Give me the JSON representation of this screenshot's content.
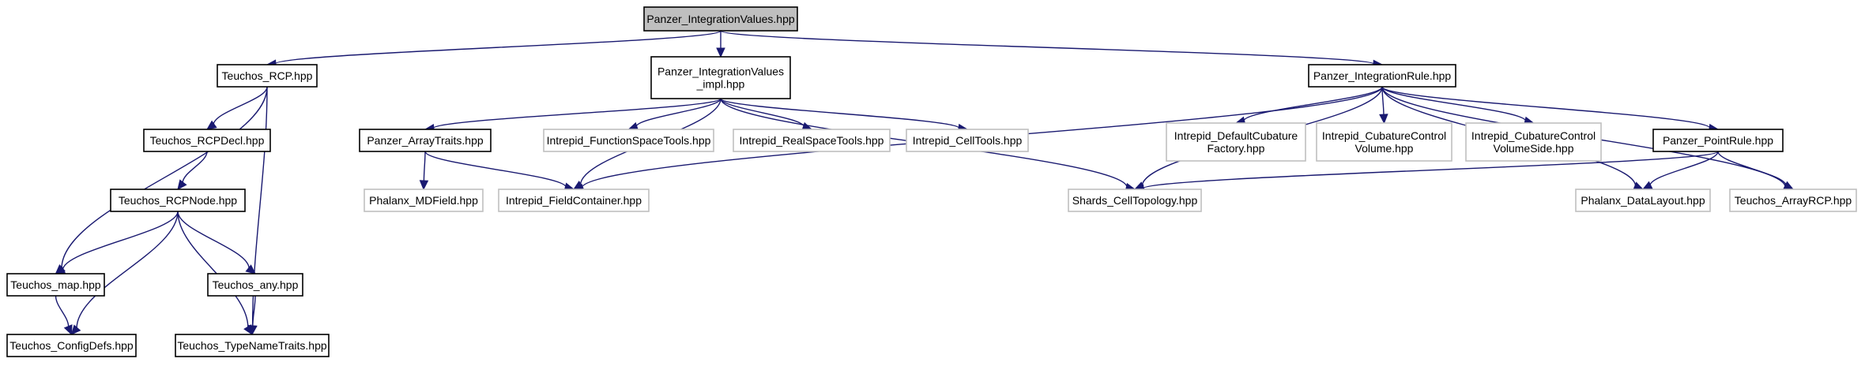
{
  "colors": {
    "edge": "#191970",
    "root_fill": "#bfbfbf",
    "local_border": "#000000",
    "external_border": "#bfbfbf"
  },
  "nodes": [
    {
      "id": "root",
      "kind": "root",
      "lines": [
        "Panzer_IntegrationValues.hpp"
      ]
    },
    {
      "id": "rcp",
      "kind": "local",
      "lines": [
        "Teuchos_RCP.hpp"
      ]
    },
    {
      "id": "impl",
      "kind": "local",
      "lines": [
        "Panzer_IntegrationValues",
        "_impl.hpp"
      ]
    },
    {
      "id": "irule",
      "kind": "local",
      "lines": [
        "Panzer_IntegrationRule.hpp"
      ]
    },
    {
      "id": "rcpdecl",
      "kind": "local",
      "lines": [
        "Teuchos_RCPDecl.hpp"
      ]
    },
    {
      "id": "rcpnode",
      "kind": "local",
      "lines": [
        "Teuchos_RCPNode.hpp"
      ]
    },
    {
      "id": "map",
      "kind": "local",
      "lines": [
        "Teuchos_map.hpp"
      ]
    },
    {
      "id": "any",
      "kind": "local",
      "lines": [
        "Teuchos_any.hpp"
      ]
    },
    {
      "id": "configdefs",
      "kind": "local",
      "lines": [
        "Teuchos_ConfigDefs.hpp"
      ]
    },
    {
      "id": "typename",
      "kind": "local",
      "lines": [
        "Teuchos_TypeNameTraits.hpp"
      ]
    },
    {
      "id": "arraytraits",
      "kind": "local",
      "lines": [
        "Panzer_ArrayTraits.hpp"
      ]
    },
    {
      "id": "mdfield",
      "kind": "external",
      "lines": [
        "Phalanx_MDField.hpp"
      ]
    },
    {
      "id": "fieldcontainer",
      "kind": "external",
      "lines": [
        "Intrepid_FieldContainer.hpp"
      ]
    },
    {
      "id": "fstools",
      "kind": "external",
      "lines": [
        "Intrepid_FunctionSpaceTools.hpp"
      ]
    },
    {
      "id": "rstools",
      "kind": "external",
      "lines": [
        "Intrepid_RealSpaceTools.hpp"
      ]
    },
    {
      "id": "celltools",
      "kind": "external",
      "lines": [
        "Intrepid_CellTools.hpp"
      ]
    },
    {
      "id": "celltopology",
      "kind": "external",
      "lines": [
        "Shards_CellTopology.hpp"
      ]
    },
    {
      "id": "defaultcub",
      "kind": "external",
      "lines": [
        "Intrepid_DefaultCubature",
        "Factory.hpp"
      ]
    },
    {
      "id": "cubvol",
      "kind": "external",
      "lines": [
        "Intrepid_CubatureControl",
        "Volume.hpp"
      ]
    },
    {
      "id": "cubvolside",
      "kind": "external",
      "lines": [
        "Intrepid_CubatureControl",
        "VolumeSide.hpp"
      ]
    },
    {
      "id": "pointrule",
      "kind": "local",
      "lines": [
        "Panzer_PointRule.hpp"
      ]
    },
    {
      "id": "datalayout",
      "kind": "external",
      "lines": [
        "Phalanx_DataLayout.hpp"
      ]
    },
    {
      "id": "arrayrcp",
      "kind": "external",
      "lines": [
        "Teuchos_ArrayRCP.hpp"
      ]
    }
  ],
  "edges": [
    [
      "root",
      "rcp"
    ],
    [
      "root",
      "impl"
    ],
    [
      "root",
      "irule"
    ],
    [
      "rcp",
      "rcpdecl"
    ],
    [
      "rcp",
      "map"
    ],
    [
      "rcp",
      "typename"
    ],
    [
      "rcpdecl",
      "rcpnode"
    ],
    [
      "rcpnode",
      "map"
    ],
    [
      "rcpnode",
      "configdefs"
    ],
    [
      "rcpnode",
      "any"
    ],
    [
      "rcpnode",
      "typename"
    ],
    [
      "map",
      "configdefs"
    ],
    [
      "any",
      "typename"
    ],
    [
      "impl",
      "arraytraits"
    ],
    [
      "impl",
      "fieldcontainer"
    ],
    [
      "impl",
      "fstools"
    ],
    [
      "impl",
      "rstools"
    ],
    [
      "impl",
      "celltools"
    ],
    [
      "impl",
      "celltopology"
    ],
    [
      "arraytraits",
      "mdfield"
    ],
    [
      "arraytraits",
      "fieldcontainer"
    ],
    [
      "irule",
      "fieldcontainer"
    ],
    [
      "irule",
      "celltopology"
    ],
    [
      "irule",
      "defaultcub"
    ],
    [
      "irule",
      "cubvol"
    ],
    [
      "irule",
      "cubvolside"
    ],
    [
      "irule",
      "pointrule"
    ],
    [
      "irule",
      "datalayout"
    ],
    [
      "irule",
      "arrayrcp"
    ],
    [
      "pointrule",
      "celltopology"
    ],
    [
      "pointrule",
      "datalayout"
    ],
    [
      "pointrule",
      "arrayrcp"
    ]
  ]
}
